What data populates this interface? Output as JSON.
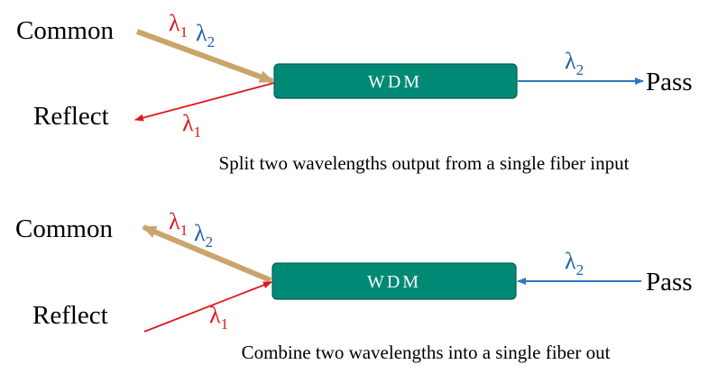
{
  "colors": {
    "wdm_box": "#008a76",
    "wdm_box_border": "#0b5d4f",
    "common_arrow": "#c9a56b",
    "reflect_arrow": "#e0161c",
    "pass_arrow": "#2e74c0",
    "lambda1_text": "#e0161c",
    "lambda2_text": "#1f5fa8"
  },
  "lambda": {
    "symbol": "λ",
    "sub1": "1",
    "sub2": "2"
  },
  "top": {
    "wdm_label": "WDM",
    "common_label": "Common",
    "reflect_label": "Reflect",
    "pass_label": "Pass",
    "caption": "Split two wavelengths output from a single fiber input"
  },
  "bottom": {
    "wdm_label": "WDM",
    "common_label": "Common",
    "reflect_label": "Reflect",
    "pass_label": "Pass",
    "caption": "Combine two wavelengths into a single fiber out"
  }
}
